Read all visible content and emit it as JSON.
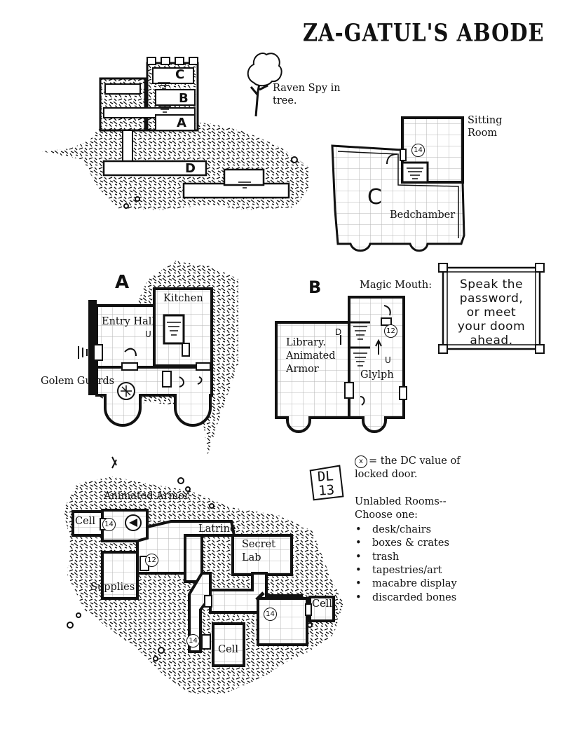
{
  "title": "ZA-GATUL'S ABODE",
  "map_sections": {
    "overview": {
      "room_letters": [
        "C",
        "B",
        "A",
        "D"
      ],
      "raven_label": "Raven Spy in tree."
    },
    "room_c": {
      "letter": "C",
      "sitting_room": "Sitting Room",
      "bedchamber": "Bedchamber",
      "door_dc": "14"
    },
    "room_a": {
      "letter": "A",
      "kitchen": "Kitchen",
      "entry_hall": "Entry Hall",
      "golem_guards": "Golem Guards",
      "stair_mark": "U"
    },
    "room_b": {
      "letter": "B",
      "magic_mouth_label": "Magic Mouth:",
      "magic_mouth_text": "Speak the password, or meet your doom ahead.",
      "library": "Library. Animated Armor",
      "glyph": "Glylph",
      "door_dc": "12",
      "stair_marks": [
        "D",
        "U"
      ]
    },
    "dungeon": {
      "animated_armor": "Animated Armor",
      "cell_1": "Cell",
      "supplies": "Supplies",
      "latrine": "Latrine",
      "secret_lab": "Secret Lab",
      "cell_2": "Cell",
      "cell_3": "Cell",
      "door_dcs": [
        "14",
        "12",
        "14",
        "14"
      ]
    }
  },
  "level_badge": "DL 13",
  "legend": {
    "dc_symbol": "x",
    "dc_text": "= the DC value of locked door.",
    "unlabeled_heading": "Unlabled Rooms-- Choose one:",
    "items": [
      "desk/chairs",
      "boxes & crates",
      "trash",
      "tapestries/art",
      "macabre display",
      "discarded bones"
    ]
  },
  "colors": {
    "ink": "#111111",
    "paper": "#ffffff",
    "grid": "#b5b5b5"
  }
}
